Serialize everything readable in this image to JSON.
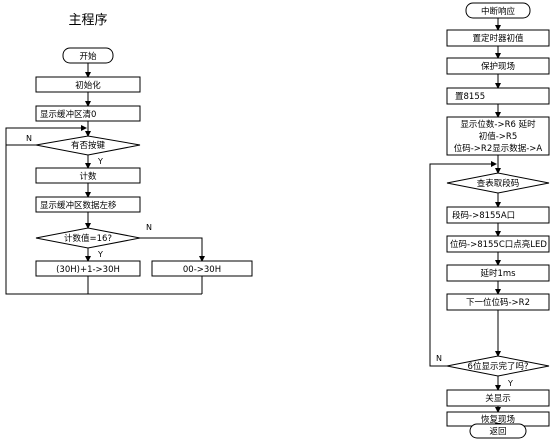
{
  "left": {
    "title": "主程序",
    "start": "开始",
    "init": "初始化",
    "clear_buffer": "显示缓冲区清0",
    "key_check": "有否按键",
    "key_no": "N",
    "key_yes": "Y",
    "count": "计数",
    "shift": "显示缓冲区数据左移",
    "count_check": "计数值=16?",
    "check_yes": "Y",
    "check_no": "N",
    "inc": "(30H)+1->30H",
    "reset": "00->30H"
  },
  "right": {
    "start": "中断响应",
    "timer_init": "置定时器初值",
    "save": "保护现场",
    "set8155": "置8155",
    "prep_lines": [
      "显示位数->R6 延时",
      "初值->R5",
      "位码->R2显示数据->A"
    ],
    "lookup": "查表取段码",
    "seg_out": "段码->8155A口",
    "bit_out": "位码->8155C口点亮LED",
    "delay": "延时1ms",
    "next": "下一位位码->R2",
    "done_check": "6位显示完了吗?",
    "done_no": "N",
    "done_yes": "Y",
    "off": "关显示",
    "restore": "恢复现场",
    "ret": "返回"
  }
}
